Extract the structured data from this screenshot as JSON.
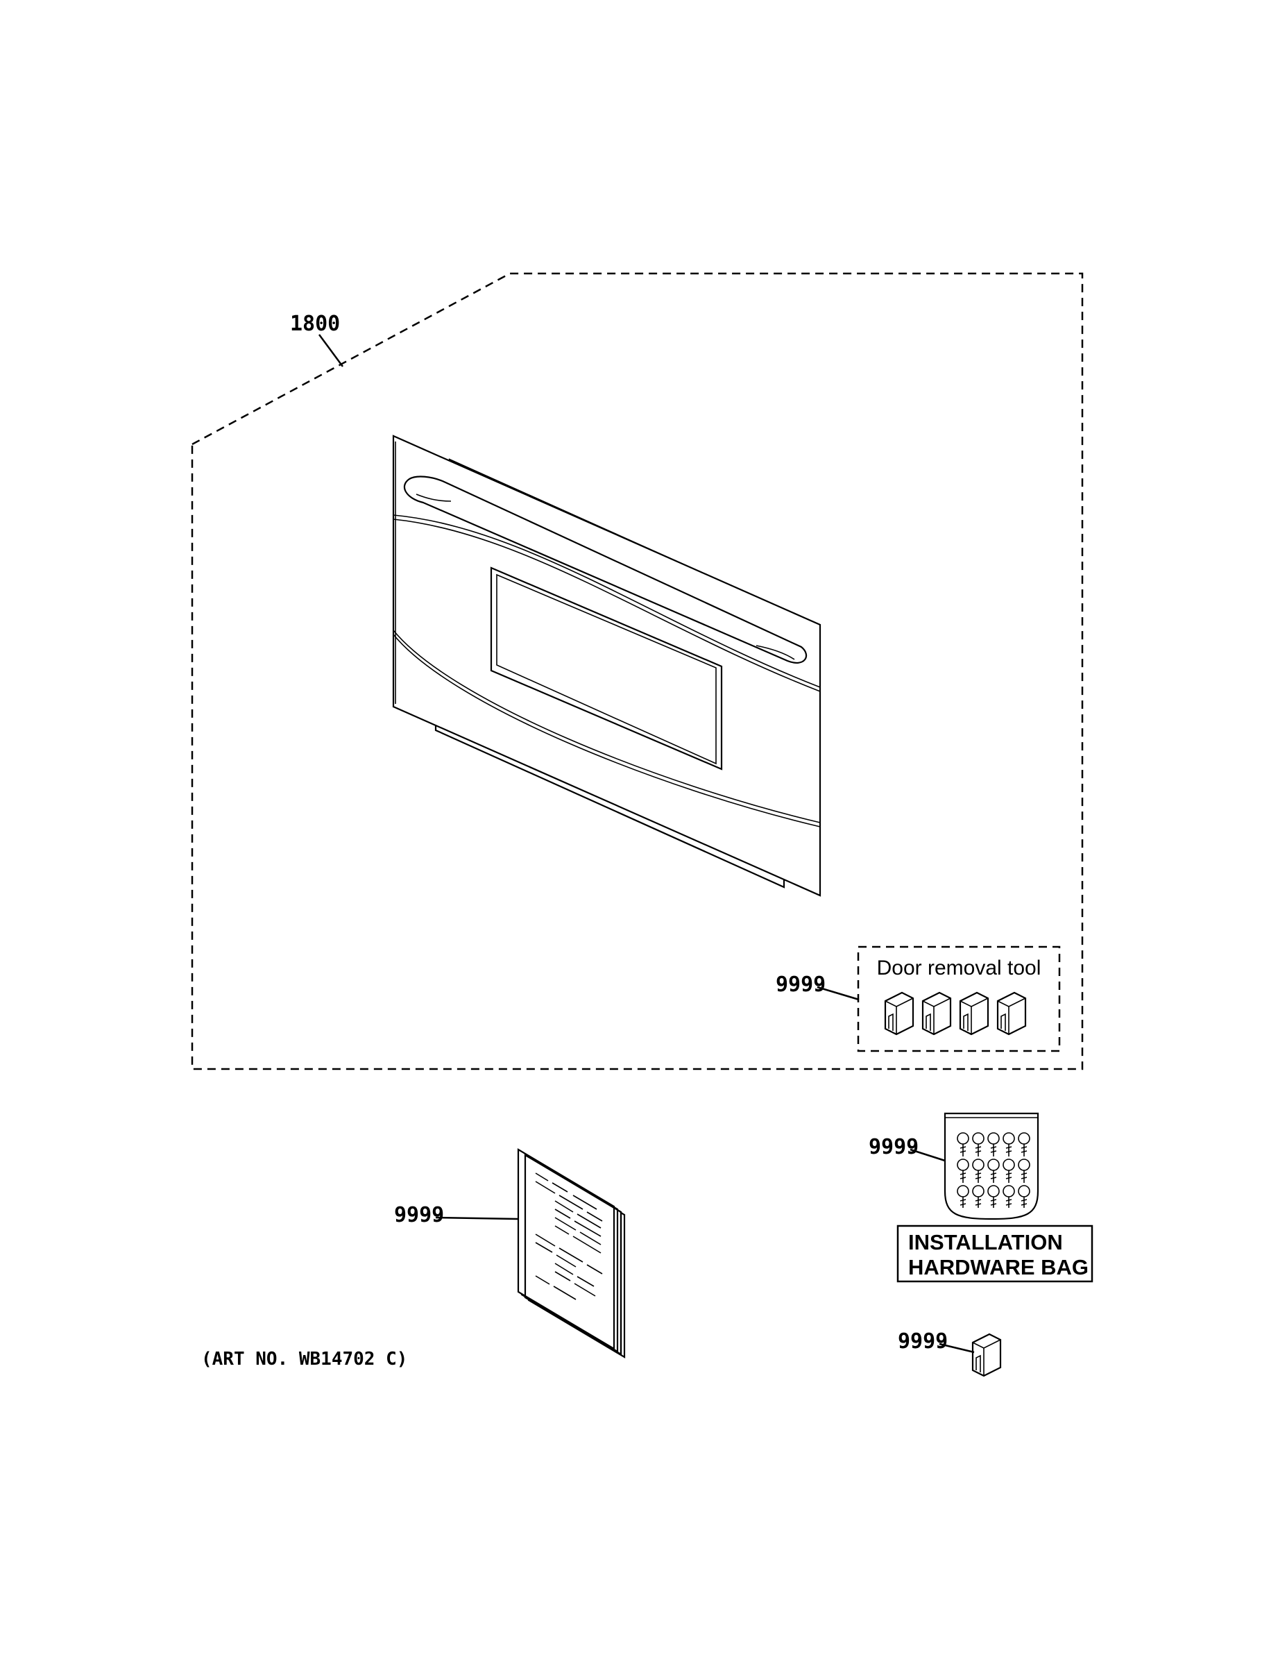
{
  "callouts": {
    "door_assembly": "1800",
    "door_removal_tool": "9999",
    "manual": "9999",
    "hardware_bag": "9999",
    "clip": "9999"
  },
  "door_removal_tool_label": "Door removal tool",
  "hardware_bag_label": {
    "line1": "INSTALLATION",
    "line2": "HARDWARE BAG"
  },
  "art_number": "(ART NO. WB14702 C)"
}
